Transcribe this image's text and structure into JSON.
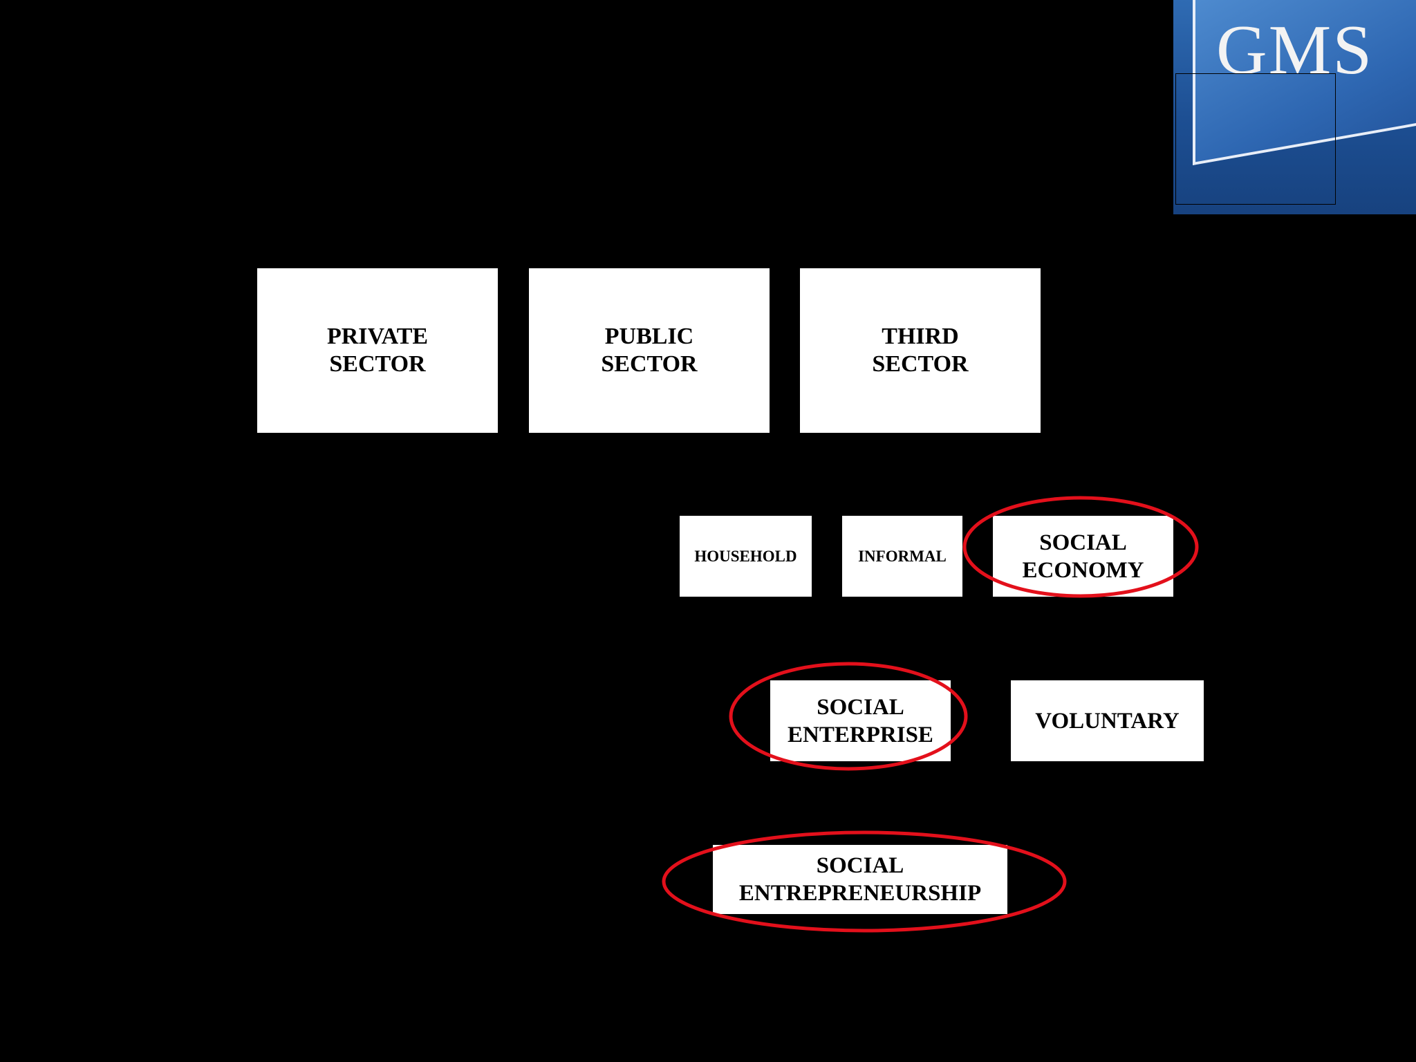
{
  "logo": {
    "text": "GMS"
  },
  "diagram": {
    "top_row": [
      {
        "id": "private-sector",
        "label": "PRIVATE\nSECTOR"
      },
      {
        "id": "public-sector",
        "label": "PUBLIC\nSECTOR"
      },
      {
        "id": "third-sector",
        "label": "THIRD\nSECTOR"
      }
    ],
    "middle_row": [
      {
        "id": "household",
        "label": "HOUSEHOLD"
      },
      {
        "id": "informal",
        "label": "INFORMAL"
      },
      {
        "id": "social-economy",
        "label": "SOCIAL\nECONOMY"
      }
    ],
    "lower_row": [
      {
        "id": "social-enterprise",
        "label": "SOCIAL\nENTERPRISE"
      },
      {
        "id": "voluntary",
        "label": "VOLUNTARY"
      }
    ],
    "bottom_row": [
      {
        "id": "social-entrepreneurship",
        "label": "SOCIAL\nENTREPRENEURSHIP"
      }
    ]
  },
  "colors": {
    "background": "#000000",
    "box": "#ffffff",
    "text": "#000000",
    "highlight": "#e3101b",
    "logo_blue": "#2f6bb3"
  }
}
